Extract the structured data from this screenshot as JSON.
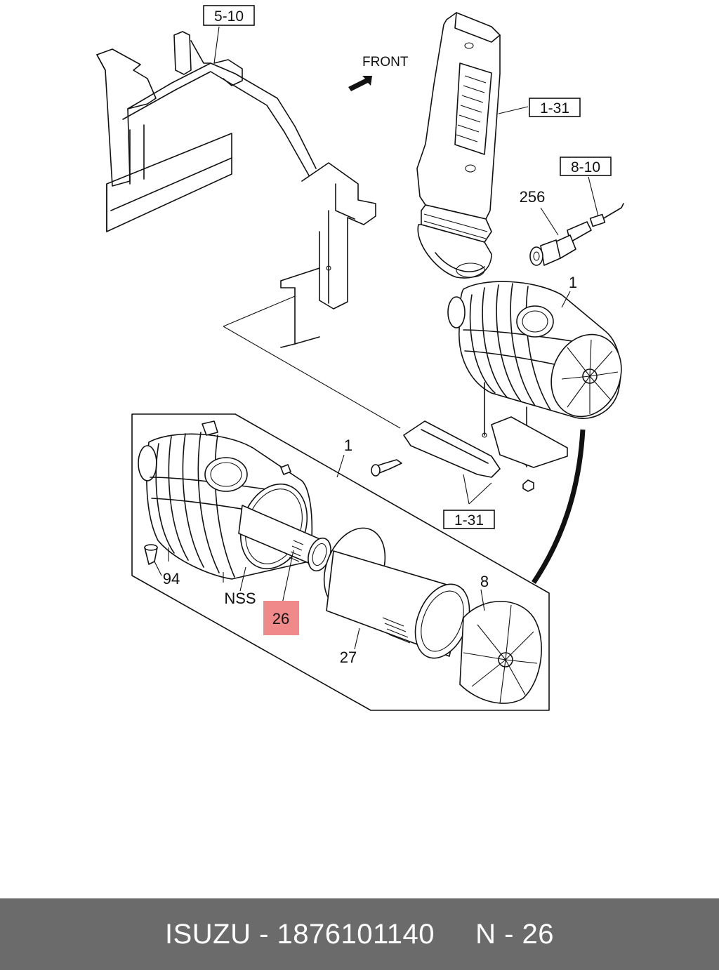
{
  "diagram": {
    "direction_label": "FRONT",
    "ref_boxes": {
      "top_frame": "5-10",
      "snorkel": "1-31",
      "harness": "8-10",
      "bracket": "1-31"
    },
    "callouts": {
      "sensor": "256",
      "assembly_top": "1",
      "assembly_exploded": "1",
      "grommet": "94",
      "not_serviced": "NSS",
      "inner_element": "26",
      "outer_element": "27",
      "cover": "8"
    },
    "highlight_color": "#f08a8a"
  },
  "footer": {
    "brand": "ISUZU",
    "part_number": "1876101140",
    "page": "N - 26",
    "background_color": "#6b6b6b"
  }
}
